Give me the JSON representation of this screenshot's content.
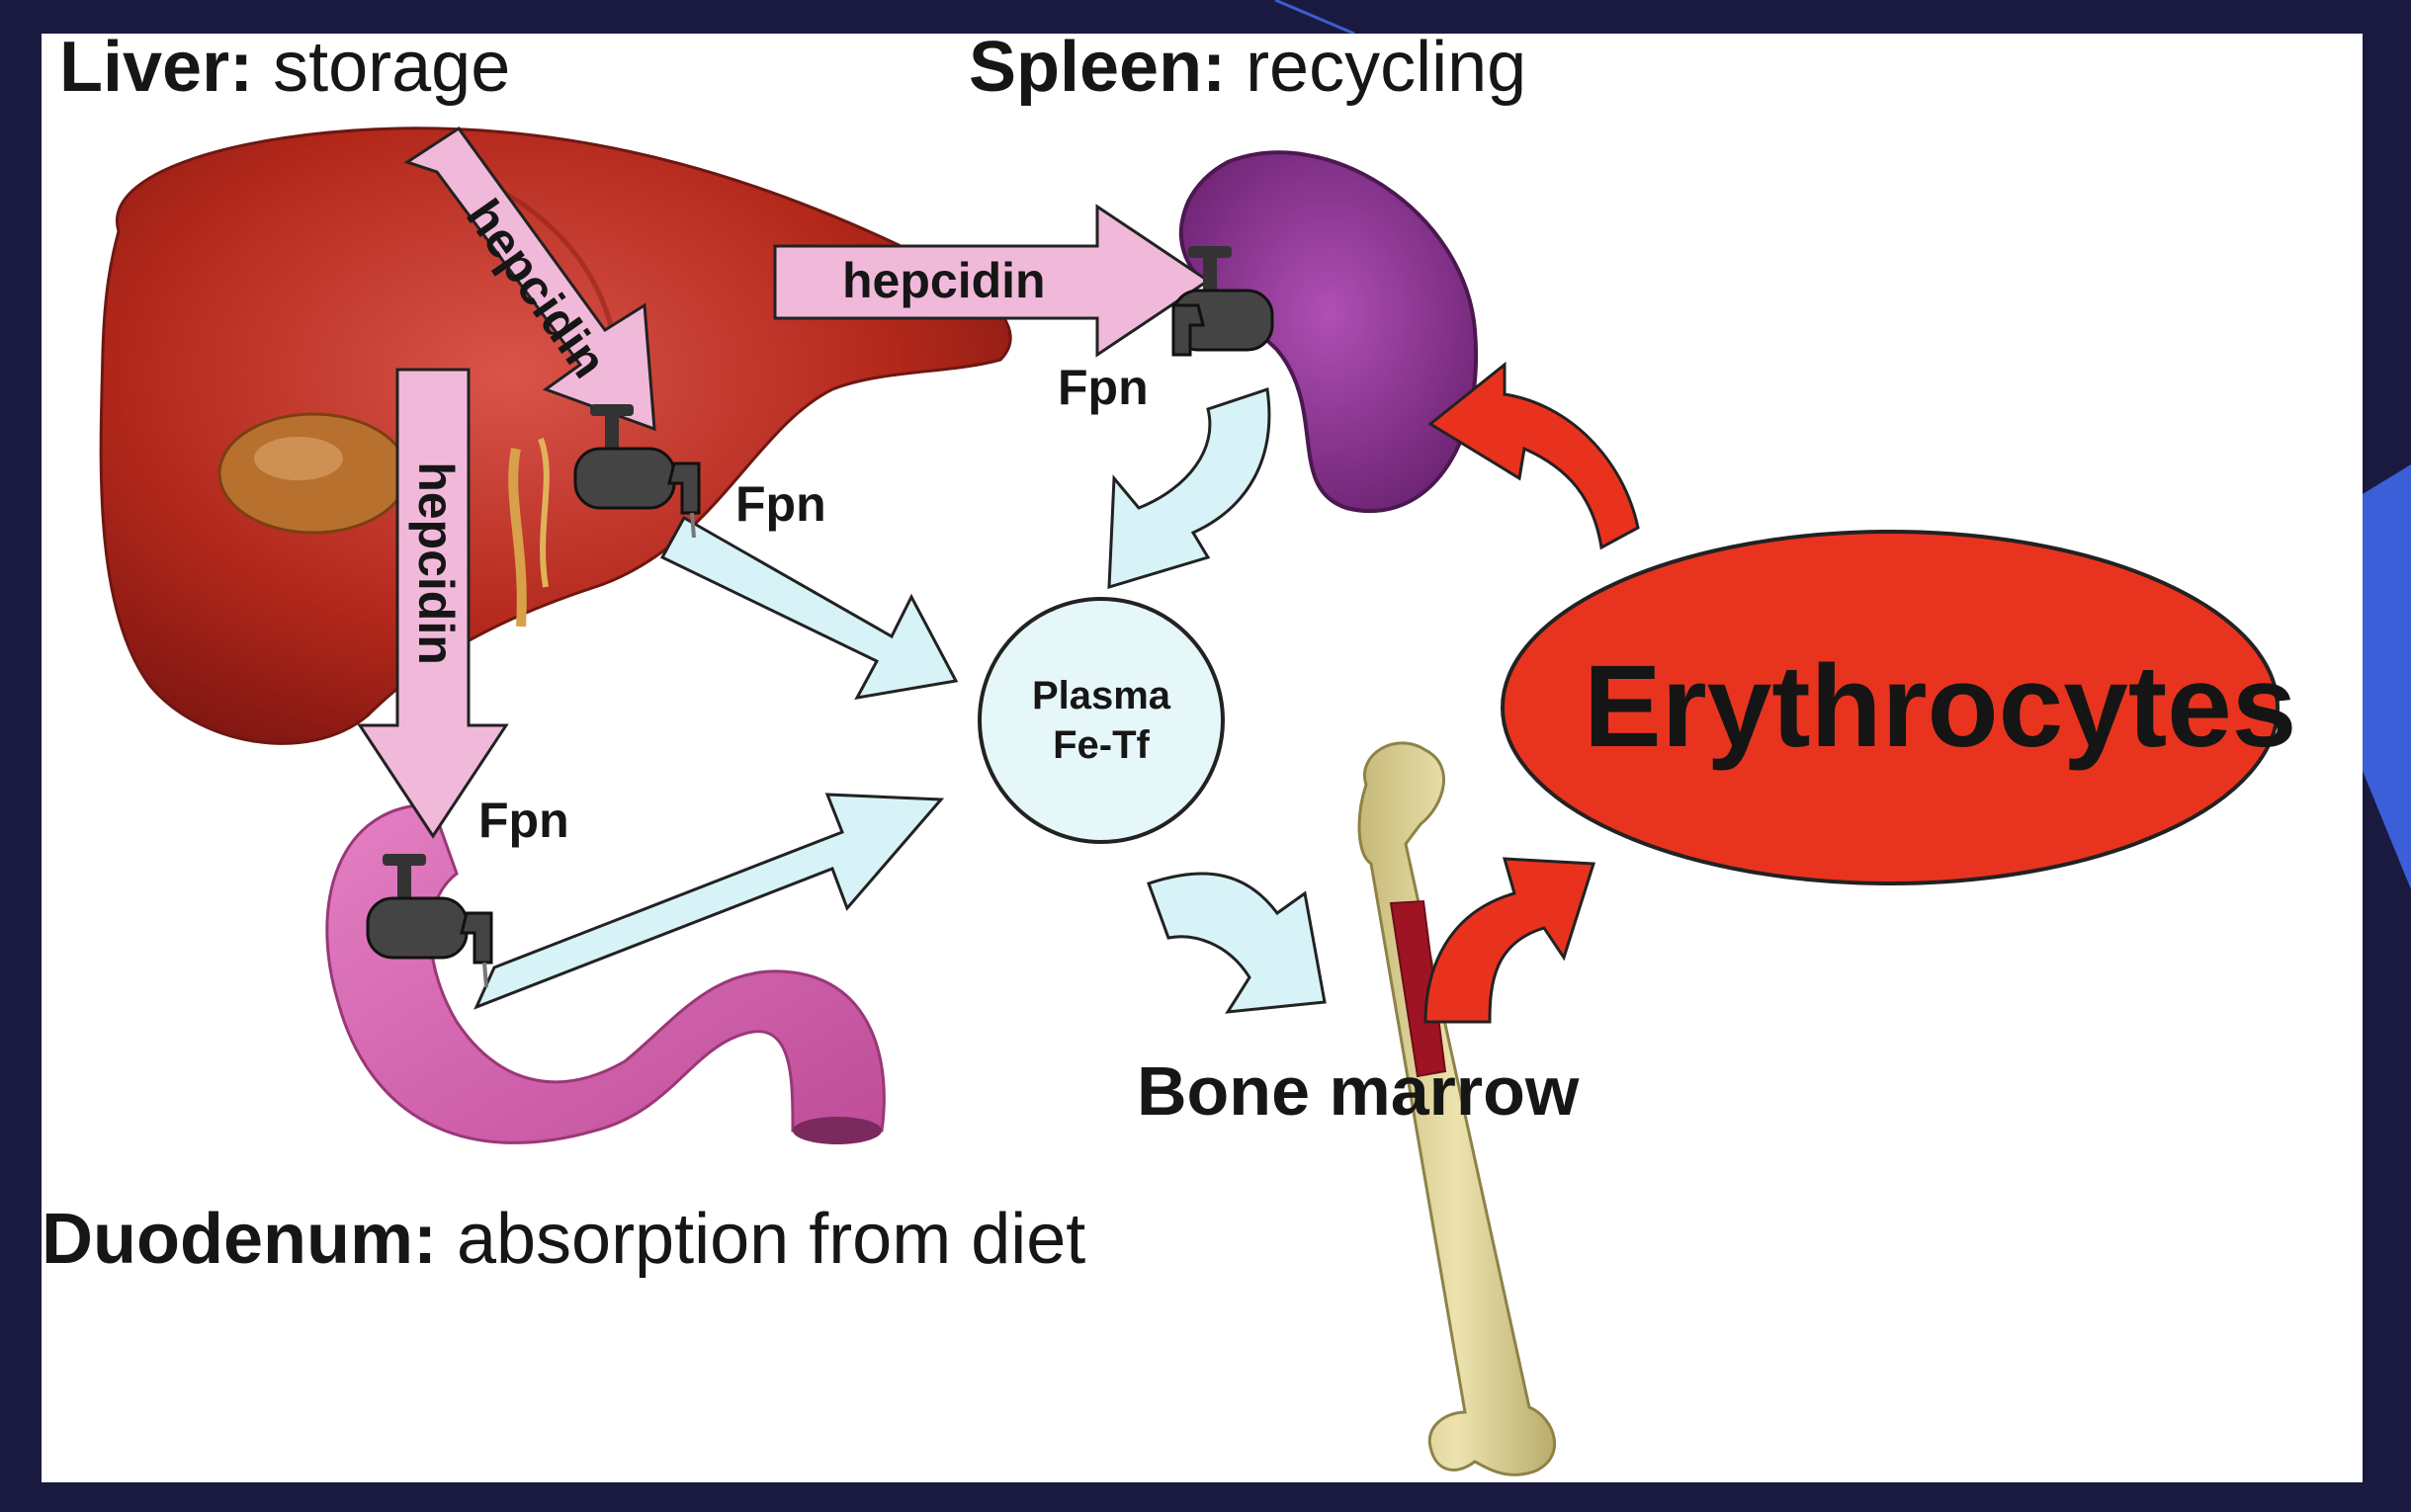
{
  "labels": {
    "liver": {
      "name": "Liver:",
      "role": "storage"
    },
    "spleen": {
      "name": "Spleen:",
      "role": "recycling"
    },
    "duodenum": {
      "name": "Duodenum:",
      "role": "absorption from diet"
    },
    "bone_marrow": "Bone marrow",
    "erythrocytes": "Erythrocytes",
    "plasma_line1": "Plasma",
    "plasma_line2": "Fe-Tf",
    "hepcidin": "hepcidin",
    "fpn": "Fpn"
  },
  "colors": {
    "background": "#1a1a40",
    "panel": "#ffffff",
    "hepcidin_arrow": "#f1b9d9",
    "iron_flow_arrow": "#d8f3f7",
    "erythro_arrow": "#e8321e",
    "erythrocytes_fill": "#e8341f",
    "liver": "#b3281b",
    "spleen": "#8e3593",
    "duodenum": "#d86ab2",
    "bone": "#d9cf95",
    "marrow": "#9e1424"
  },
  "icons": [
    "faucet-icon",
    "liver-icon",
    "spleen-icon",
    "duodenum-icon",
    "bone-icon"
  ]
}
